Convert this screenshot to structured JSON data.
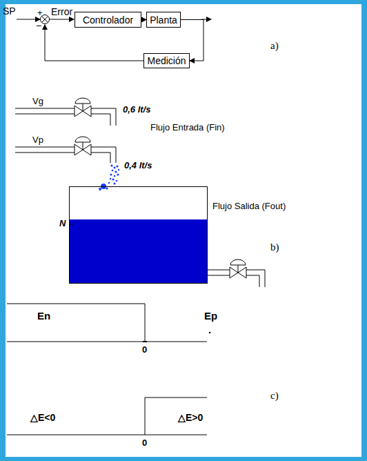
{
  "diagram": {
    "nodes": [
      {
        "text": [
          "Controlador"
        ]
      },
      {
        "text": [
          "Planta"
        ]
      },
      {
        "text": [
          "Medición"
        ]
      }
    ],
    "edges": [
      {
        "from": 0,
        "to": 1,
        "arrow": "to"
      },
      {
        "from": 1,
        "to": 2,
        "arrow": "to"
      }
    ],
    "labels": [
      "SP",
      "+",
      "Error",
      "−",
      "a)",
      "Vg",
      "0,6 lt/s",
      "Flujo Entrada (Fin)",
      "Vp",
      "0,4 lt/s",
      "N",
      "Flujo Salida (Fout)",
      "b)",
      "En",
      "Ep",
      "0",
      "△E<0",
      "△E>0",
      "0",
      "c)"
    ]
  }
}
